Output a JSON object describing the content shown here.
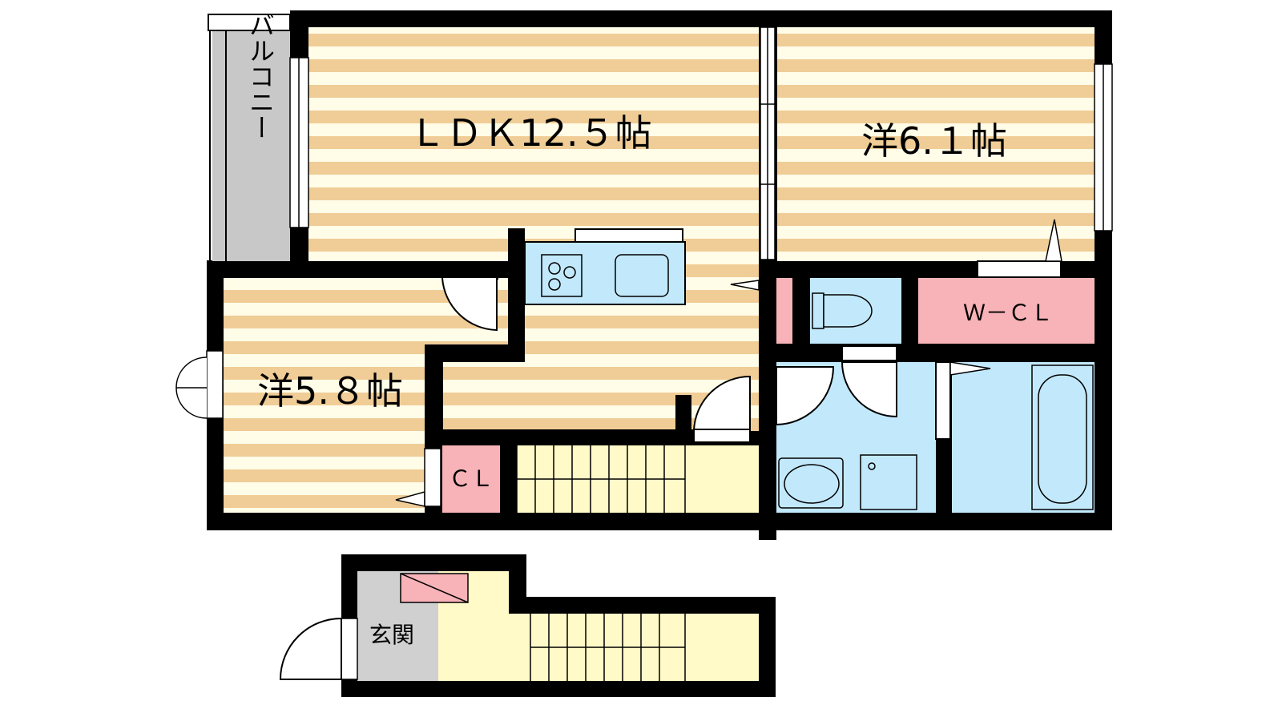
{
  "rooms": {
    "ldk": "ＬＤＫ12.５帖",
    "western_61": "洋6.１帖",
    "western_58": "洋5.８帖",
    "walk_in_closet": "Ｗ－ＣＬ",
    "closet": "ＣＬ",
    "balcony": "バルコニー",
    "entrance": "玄関"
  },
  "colors": {
    "wall": "#000000",
    "floor_stripe_a": "#f0cd96",
    "floor_stripe_b": "#fffce8",
    "stair": "#fffac8",
    "wet_area": "#c2e9fb",
    "closet": "#f8b3b8",
    "balcony": "#c8c8c8",
    "entrance": "#d0d0d0"
  }
}
